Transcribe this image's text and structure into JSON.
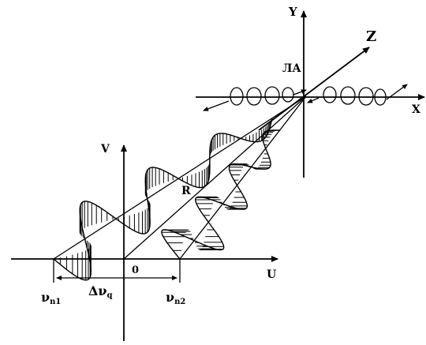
{
  "labels": {
    "axis_y": "Y",
    "axis_z": "Z",
    "axis_x": "X",
    "aircraft": "ЛА",
    "axis_v": "V",
    "axis_u": "U",
    "radius": "R",
    "origin": "0",
    "nu_n1": "ν",
    "nu_n1_sub": "n1",
    "delta_nu": "Δν",
    "delta_nu_sub": "q",
    "nu_n2": "ν",
    "nu_n2_sub": "n2"
  },
  "colors": {
    "ink": "#000000",
    "background": "#ffffff"
  }
}
